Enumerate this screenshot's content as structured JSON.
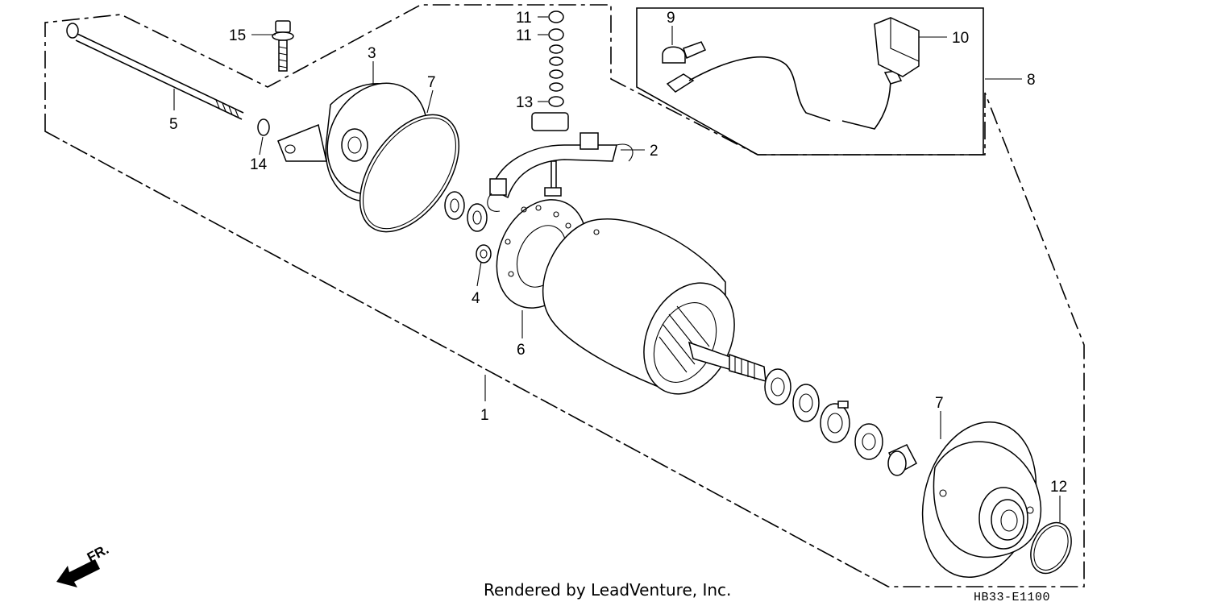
{
  "callouts": {
    "c1": "1",
    "c2": "2",
    "c3": "3",
    "c4": "4",
    "c5": "5",
    "c6": "6",
    "c7a": "7",
    "c7b": "7",
    "c8": "8",
    "c9": "9",
    "c10": "10",
    "c11a": "11",
    "c11b": "11",
    "c12": "12",
    "c13": "13",
    "c14": "14",
    "c15": "15"
  },
  "direction_label": "FR.",
  "credit": "Rendered by LeadVenture, Inc.",
  "diagram_code": "HB33-E1100"
}
